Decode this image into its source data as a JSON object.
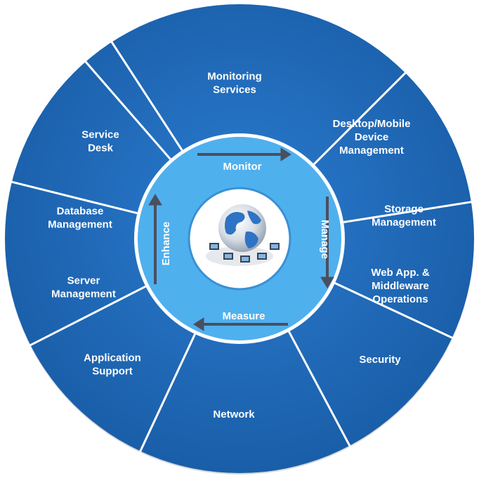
{
  "colors": {
    "segment_fill": "#1f6ab8",
    "segment_divider": "#ffffff",
    "inner_ring": "#4fb0ee",
    "inner_ring_border": "#ffffff",
    "arrow": "#4a4f5e",
    "center_fill": "#ffffff"
  },
  "segments": [
    {
      "id": "monitoring-services",
      "lines": [
        "Monitoring",
        "Services"
      ]
    },
    {
      "id": "desktop-mobile",
      "lines": [
        "Desktop/Mobile",
        "Device",
        "Management"
      ]
    },
    {
      "id": "storage",
      "lines": [
        "Storage",
        "Management"
      ]
    },
    {
      "id": "web-app",
      "lines": [
        "Web App. &",
        "Middleware",
        "Operations"
      ]
    },
    {
      "id": "security",
      "lines": [
        "Security"
      ]
    },
    {
      "id": "network",
      "lines": [
        "Network"
      ]
    },
    {
      "id": "application-support",
      "lines": [
        "Application",
        "Support"
      ]
    },
    {
      "id": "server-management",
      "lines": [
        "Server",
        "Management"
      ]
    },
    {
      "id": "database-management",
      "lines": [
        "Database",
        "Management"
      ]
    },
    {
      "id": "service-desk",
      "lines": [
        "Service",
        "Desk"
      ]
    }
  ],
  "cycle": {
    "monitor": "Monitor",
    "manage": "Manage",
    "measure": "Measure",
    "enhance": "Enhance"
  },
  "center_icon": "globe-network-icon"
}
